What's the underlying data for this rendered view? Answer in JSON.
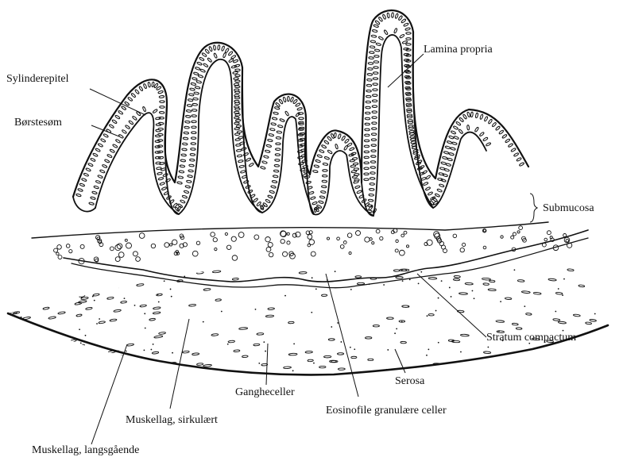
{
  "labels": {
    "sylinderepitel": "Sylinderepitel",
    "borstesom": "Børstesøm",
    "lamina_propria": "Lamina propria",
    "submucosa": "Submucosa",
    "stratum_compactum": "Stratum compactum",
    "serosa": "Serosa",
    "gangheceller": "Gangheceller",
    "eosinofile": "Eosinofile granulære celler",
    "muskellag_sirkulaert": "Muskellag, sirkulært",
    "muskellag_langsgaende": "Muskellag, langsgående"
  }
}
